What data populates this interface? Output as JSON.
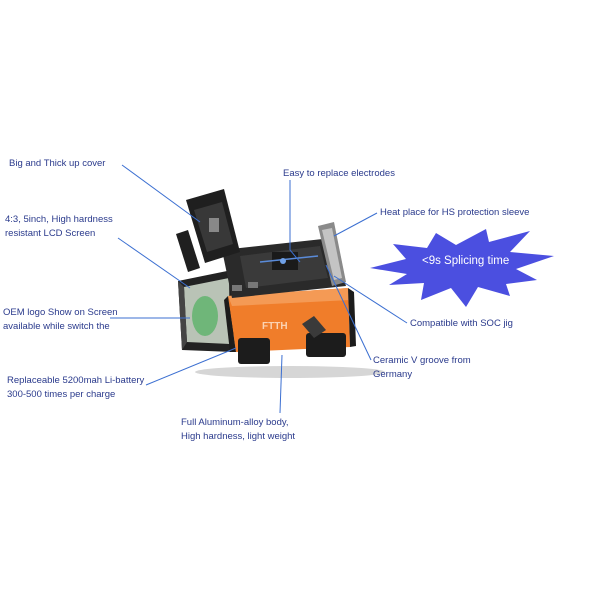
{
  "labels": {
    "cover": "Big and Thick up cover",
    "lcd_line1": "4:3, 5inch, High hardness",
    "lcd_line2": "resistant LCD Screen",
    "oem_line1": "OEM logo Show on Screen",
    "oem_line2": "available while switch the",
    "battery_line1": "Replaceable 5200mah Li-battery",
    "battery_line2": "300-500 times per charge",
    "alu_line1": "Full Aluminum-alloy body,",
    "alu_line2": "High hardness, light weight",
    "electrodes": "Easy to replace electrodes",
    "heat": "Heat place for HS protection sleeve",
    "soc": "Compatible with SOC jig",
    "vgroove_line1": "Ceramic V groove from",
    "vgroove_line2": "Germany"
  },
  "burst": {
    "text": "<9s Splicing time",
    "color": "#4b4fe0"
  },
  "device": {
    "body_color": "#f07d2a",
    "frame_color": "#1c1c1c",
    "screen_color": "#b9c3b6",
    "logo_text": "FTTH"
  },
  "colors": {
    "label_text": "#2a3a8c",
    "leader_line": "#3b6fd1"
  }
}
